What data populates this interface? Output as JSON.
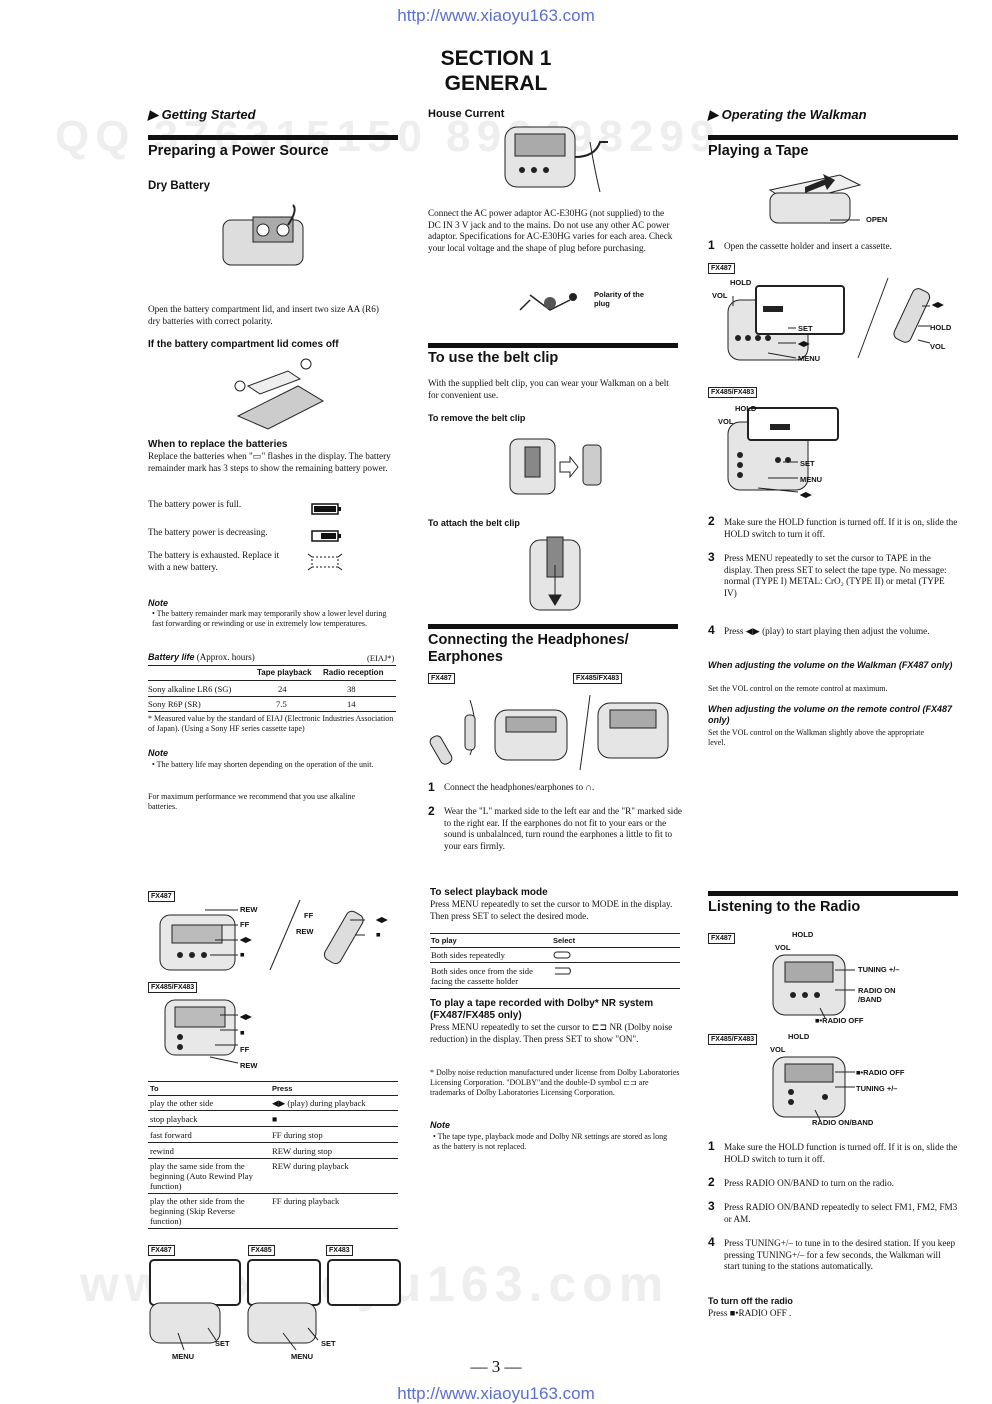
{
  "header": {
    "url_top": "http://www.xiaoyu163.com",
    "section": "SECTION 1",
    "general": "GENERAL"
  },
  "footer": {
    "page_number": "— 3 —",
    "url_bottom": "http://www.xiaoyu163.com"
  },
  "watermarks": {
    "qq_line": "QQ 376315150  892498299",
    "www_line": "www.xiaoyu163.com"
  },
  "col1": {
    "getting_started": "Getting Started",
    "title": "Preparing a Power Source",
    "dry_battery": "Dry Battery",
    "open_text": "Open the battery compartment lid, and insert two size AA (R6) dry batteries with correct polarity.",
    "lid_heading": "If the battery compartment lid comes off",
    "replace_heading": "When to replace the batteries",
    "replace_text": "Replace the batteries when \"▭\" flashes in the display. The battery remainder mark has 3 steps to show the remaining battery power.",
    "states": [
      "The battery power is  full.",
      "The battery power is decreasing.",
      "The battery is exhausted. Replace it with a new battery."
    ],
    "note_label": "Note",
    "note1": "• The battery remainder mark may temporarily show a lower level during fast forwarding or rewinding or use in extremely low temperatures.",
    "battery_life": "Battery life",
    "approx": "(Approx. hours)",
    "eiaj": "(EIAJ*)",
    "table_headers": [
      "Tape playback",
      "Radio reception"
    ],
    "table_rows": [
      [
        "Sony alkaline LR6 (SG)",
        "24",
        "38"
      ],
      [
        "Sony R6P (SR)",
        "7.5",
        "14"
      ]
    ],
    "footnote": "* Measured value by the standard of EIAJ (Electronic Industries Association of Japan). (Using a Sony HF series cassette tape)",
    "note2_label": "Note",
    "note2": "• The battery life may shorten depending on the operation of the unit.",
    "max_perf": "For maximum performance we recommend that you use alkaline batteries.",
    "fx487": "FX487",
    "fx485_483": "FX485/FX483",
    "rew": "REW",
    "ff": "FF",
    "ops_headers": [
      "To",
      "Press"
    ],
    "ops_rows": [
      [
        "play the other side",
        "◀▶ (play) during playback"
      ],
      [
        "stop playback",
        "■"
      ],
      [
        "fast forward",
        "FF during stop"
      ],
      [
        "rewind",
        "REW during stop"
      ],
      [
        "play the same side from the beginning (Auto Rewind Play function)",
        "REW during playback"
      ],
      [
        "play the other side from the beginning (Skip Reverse function)",
        "FF during playback"
      ]
    ],
    "bottom_tags": [
      "FX487",
      "FX485",
      "FX483"
    ],
    "set": "SET",
    "menu": "MENU"
  },
  "col2": {
    "house_current": "House Current",
    "house_text": "Connect the AC power adaptor AC-E30HG (not supplied) to the DC IN 3 V jack and to the mains. Do not use any other AC power adaptor. Specifications for AC-E30HG varies for each area. Check your local voltage and the shape of plug before purchasing.",
    "polarity": "Polarity of the plug",
    "belt_title": "To use the belt clip",
    "belt_text": "With the supplied belt clip, you can wear your Walkman on a belt for convenient use.",
    "remove_clip": "To remove the belt clip",
    "attach_clip": "To attach the belt clip",
    "connect_title_1": "Connecting the Headphones/",
    "connect_title_2": "Earphones",
    "fx487": "FX487",
    "fx485_483": "FX485/FX483",
    "step1": "Connect the headphones/earphones to ∩.",
    "step2": "Wear the \"L\" marked side to the left ear and the \"R\" marked side to the right ear. If the earphones do not fit to your ears or the sound is unbalalnced, turn round the earphones a little to fit to your ears firmly.",
    "mode_heading": "To select playback mode",
    "mode_text": "Press MENU repeatedly to set the cursor to MODE in the display. Then press SET to select the desired mode.",
    "mode_headers": [
      "To play",
      "Select"
    ],
    "mode_rows": [
      "Both sides repeatedly",
      "Both sides once from the side facing the cassette holder"
    ],
    "dolby_heading": "To play a tape recorded with Dolby* NR system (FX487/FX485 only)",
    "dolby_text": "Press MENU repeatedly to set the cursor to ⊏⊐ NR (Dolby noise reduction) in the display. Then press SET to show \"ON\".",
    "dolby_foot": "* Dolby noise reduction manufactured under license from Dolby Laboratories Licensing Corporation. \"DOLBY\"and the double-D symbol ⊏⊐ are trademarks of Dolby Laboratories Licensing Corporation.",
    "note_label": "Note",
    "note": "• The tape type, playback mode and Dolby NR settings are stored as long as the battery is not replaced."
  },
  "col3": {
    "operating": "Operating the Walkman",
    "play_title": "Playing a Tape",
    "open": "OPEN",
    "step1": "Open the cassette holder and insert a cassette.",
    "fx487": "FX487",
    "fx485_483": "FX485/FX483",
    "hold": "HOLD",
    "vol": "VOL",
    "set": "SET",
    "menu": "MENU",
    "step2": "Make sure the HOLD function is turned off. If it is on, slide the HOLD switch to turn it off.",
    "step3": "Press MENU repeatedly to set the cursor to TAPE in the display. Then press SET to select the tape type. No message: normal (TYPE I) METAL: CrO₂ (TYPE II) or metal (TYPE IV)",
    "step4": "Press ◀▶ (play) to start playing then adjust the volume.",
    "walkman_vol_h": "When adjusting the volume on the Walkman (FX487 only)",
    "walkman_vol_t": "Set the VOL control on the remote control at maximum.",
    "remote_vol_h": "When adjusting the volume on the remote control (FX487 only)",
    "remote_vol_t": "Set the VOL control on the Walkman slightly above the appropriate level.",
    "radio_title": "Listening to the Radio",
    "tuning": "TUNING +/–",
    "radio_onband": "RADIO ON /BAND",
    "radio_off": "■•RADIO OFF",
    "radio_onband2": "RADIO ON/BAND",
    "r_step1": "Make sure the HOLD function is turned off. If it is on, slide the HOLD switch to turn it off.",
    "r_step2": "Press RADIO ON/BAND to turn on the radio.",
    "r_step3": "Press RADIO ON/BAND repeatedly to select FM1, FM2, FM3 or AM.",
    "r_step4": "Press TUNING+/– to tune in to the desired station. If you keep pressing TUNING+/– for a few seconds, the Walkman will start tuning to the stations automatically.",
    "turn_off_h": "To turn off the radio",
    "turn_off_t": "Press ■•RADIO OFF ."
  }
}
